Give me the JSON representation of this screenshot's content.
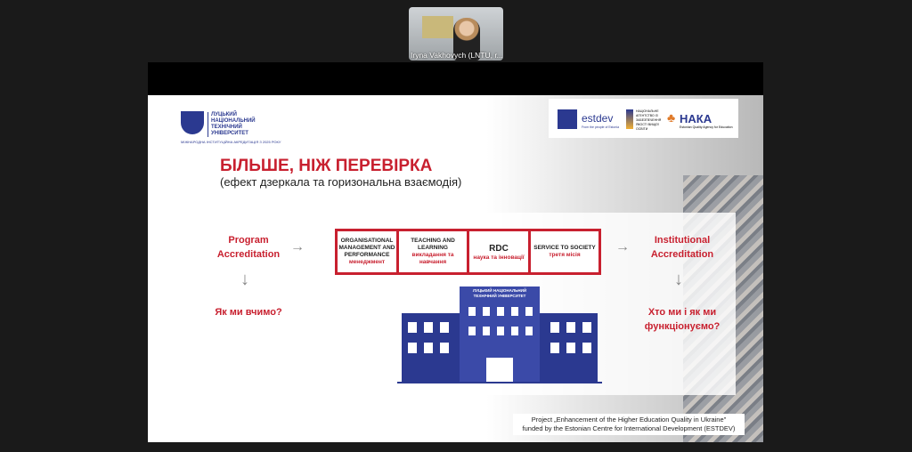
{
  "participant": {
    "name": "Iryna Vakhovych (LNTU, r..."
  },
  "slide": {
    "university": {
      "name_lines": [
        "ЛУЦЬКИЙ",
        "НАЦІОНАЛЬНИЙ",
        "ТЕХНІЧНИЙ",
        "УНІВЕРСИТЕТ"
      ],
      "tagline": "МІЖНАРОДНА ІНСТИТУЦІЙНА АКРЕДИТАЦІЯ З 2025 РОКУ"
    },
    "partners": {
      "estdev": "estdev",
      "estdev_sub": "From the people of Estonia",
      "naka": "НАКА",
      "naka_sub": "Estonian Quality Agency for Education",
      "nazyavo": "НАЦІОНАЛЬНЕ АГЕНТСТВО ІЗ ЗАБЕЗПЕЧЕННЯ ЯКОСТІ ВИЩОЇ ОСВІТИ"
    },
    "title": "БІЛЬШЕ, НІЖ ПЕРЕВІРКА",
    "subtitle": "(ефект дзеркала та горизональна взаємодія)",
    "left": {
      "label": "Program Accreditation",
      "question": "Як ми вчимо?"
    },
    "right": {
      "label": "Institutional Accreditation",
      "question": "Хто ми і як ми функціонуємо?"
    },
    "pieces": [
      {
        "en": "ORGANISATIONAL MANAGEMENT AND PERFORMANCE",
        "ua": "менеджмент"
      },
      {
        "en": "TEACHING AND LEARNING",
        "ua": "викладання та навчання"
      },
      {
        "en": "RDC",
        "ua": "наука та інновації"
      },
      {
        "en": "SERVICE TO SOCIETY",
        "ua": "третя місія"
      }
    ],
    "building_sign": "ЛУЦЬКИЙ НАЦІОНАЛЬНИЙ ТЕХНІЧНИЙ УНІВЕРСИТЕТ",
    "footer": [
      "Project „Enhancement of the Higher Education Quality in Ukraine\"",
      "funded by the Estonian Centre for International Development (ESTDEV)"
    ]
  },
  "colors": {
    "accent": "#c8202f",
    "brand": "#2b3990"
  }
}
